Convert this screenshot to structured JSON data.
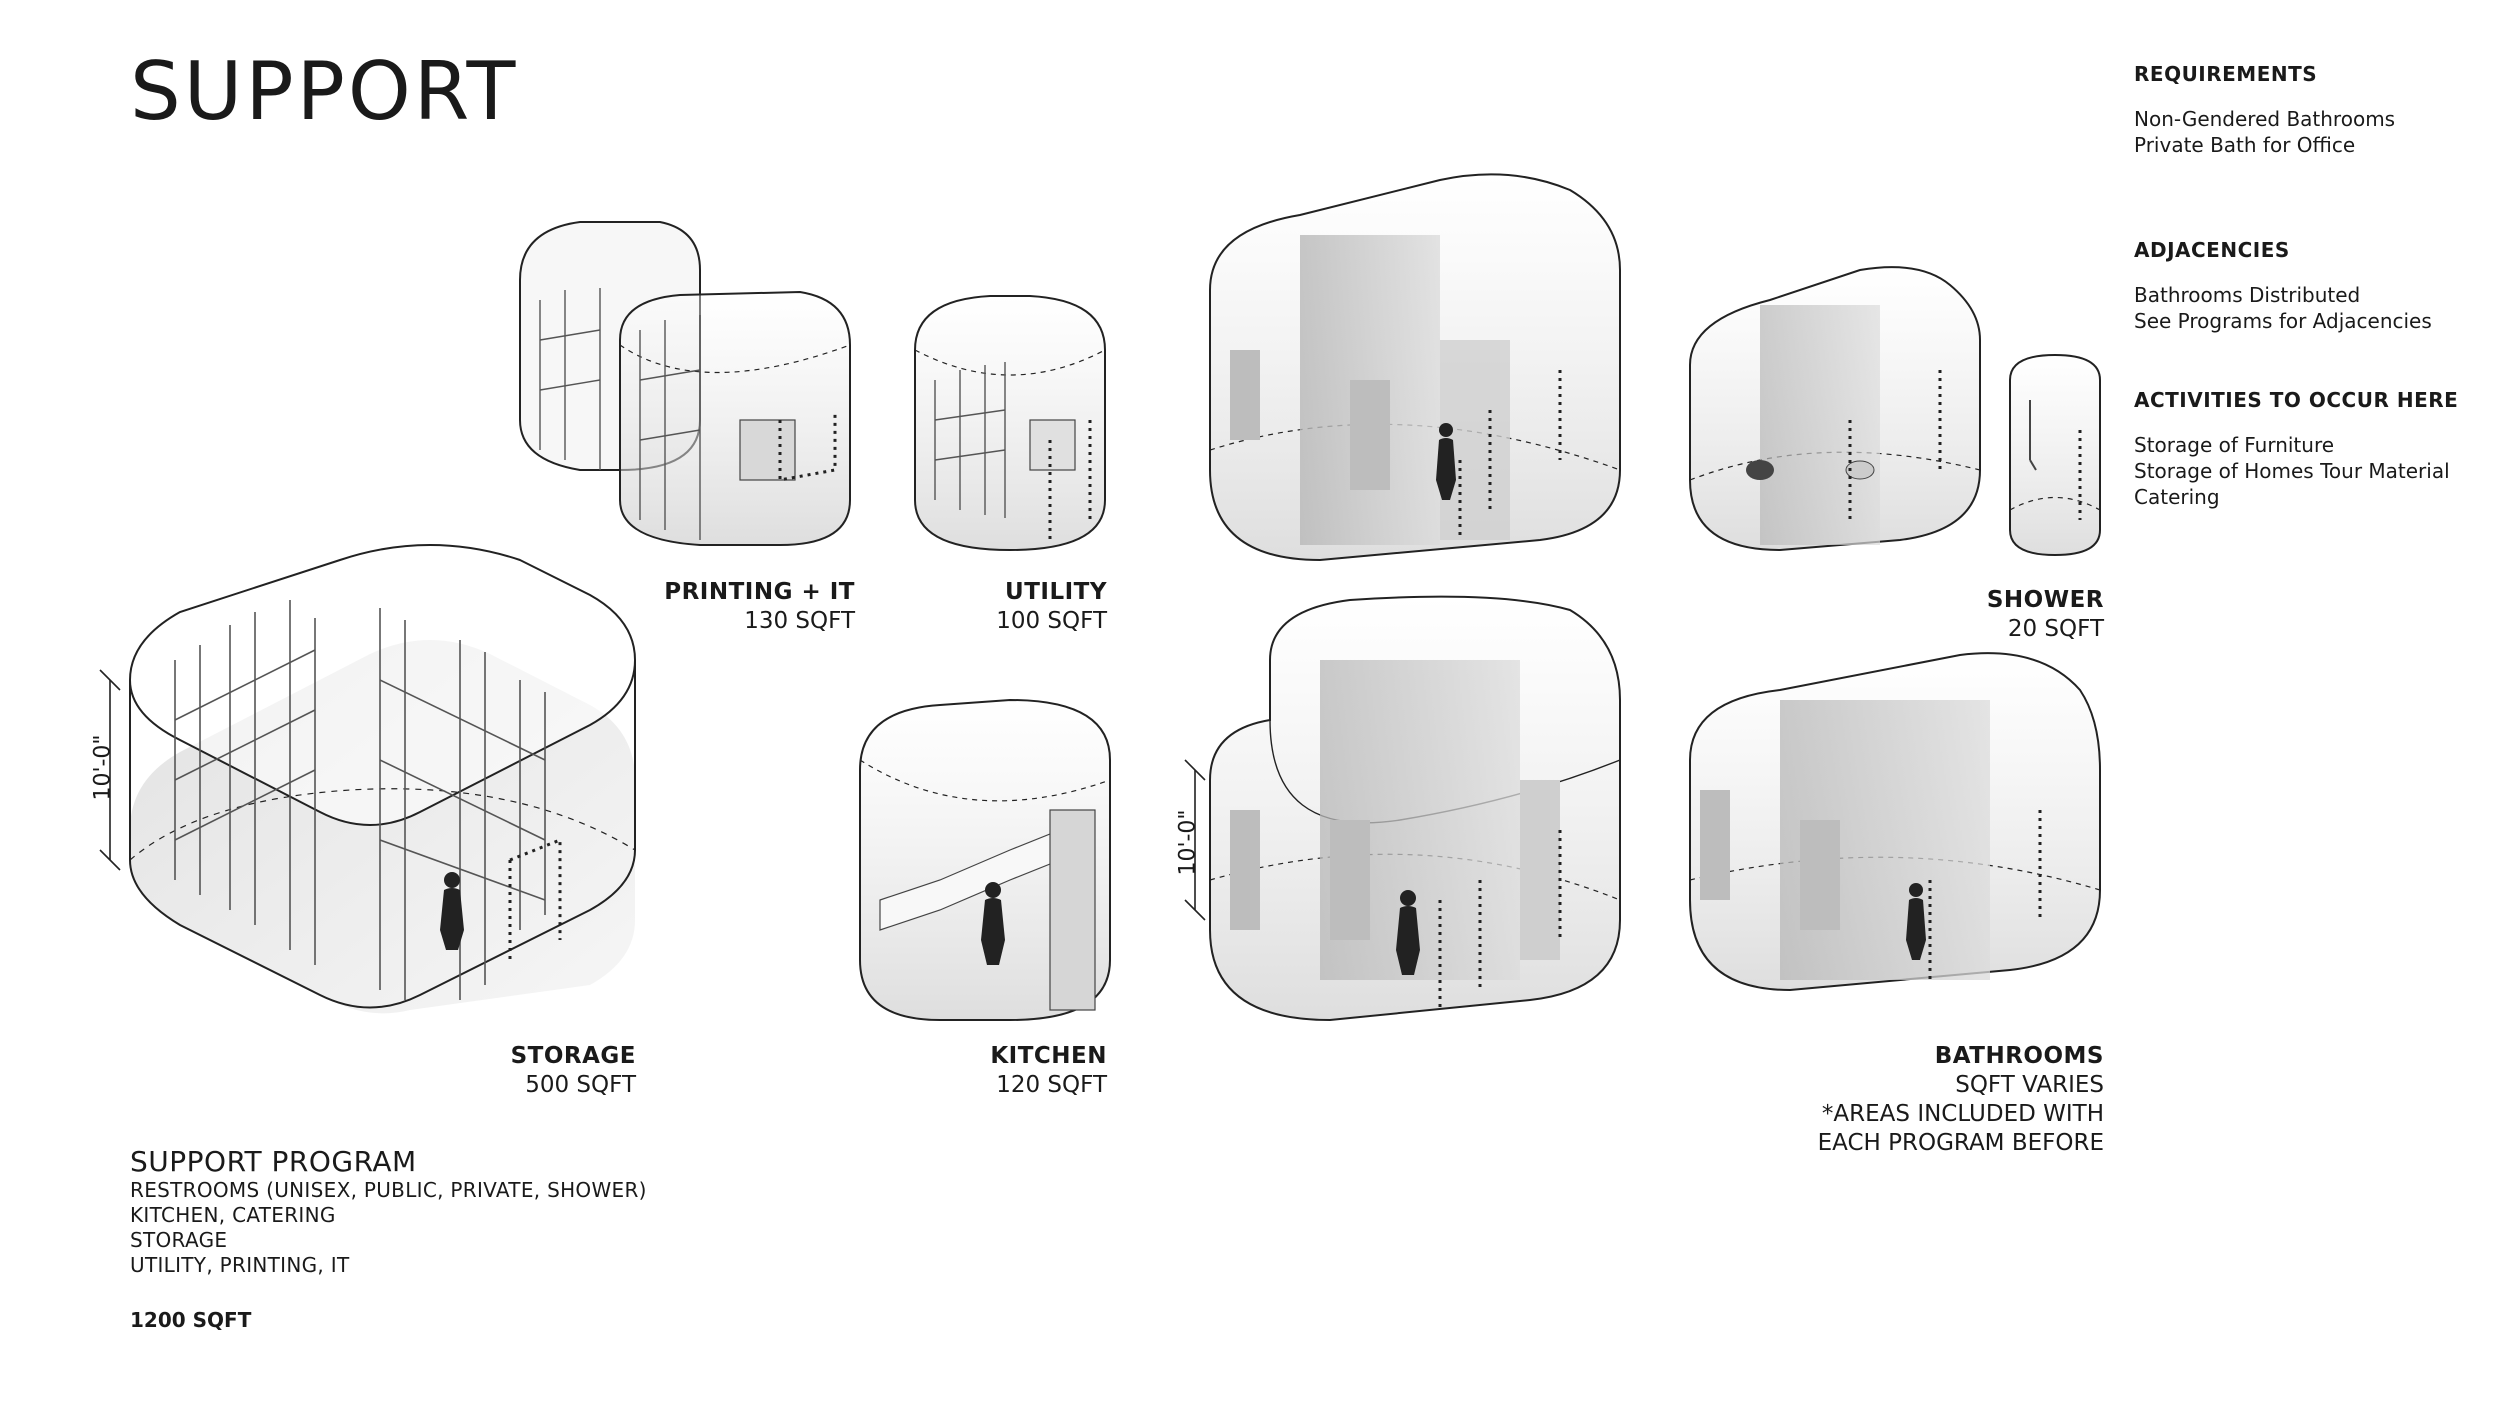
{
  "title": "SUPPORT",
  "requirements": {
    "heading": "REQUIREMENTS",
    "items": [
      "Non-Gendered Bathrooms",
      "Private Bath for Office"
    ]
  },
  "adjacencies": {
    "heading": "ADJACENCIES",
    "items": [
      "Bathrooms Distributed",
      "See Programs for Adjacencies"
    ]
  },
  "activities": {
    "heading": "ACTIVITIES TO OCCUR HERE",
    "items": [
      "Storage of Furniture",
      "Storage of Homes Tour Material",
      "Catering"
    ]
  },
  "rooms": {
    "printing": {
      "name": "PRINTING + IT",
      "area": "130 SQFT"
    },
    "utility": {
      "name": "UTILITY",
      "area": "100 SQFT"
    },
    "shower": {
      "name": "SHOWER",
      "area": "20 SQFT"
    },
    "storage": {
      "name": "STORAGE",
      "area": "500 SQFT"
    },
    "kitchen": {
      "name": "KITCHEN",
      "area": "120 SQFT"
    },
    "bathrooms": {
      "name": "BATHROOMS",
      "area": "SQFT VARIES",
      "note1": "*AREAS INCLUDED WITH",
      "note2": "EACH PROGRAM BEFORE"
    }
  },
  "dimensions": {
    "storage_height": "10'-0\"",
    "bathroom_height": "10'-0\""
  },
  "program": {
    "heading": "SUPPORT PROGRAM",
    "items": [
      "RESTROOMS (UNISEX, PUBLIC, PRIVATE, SHOWER)",
      "KITCHEN, CATERING",
      "STORAGE",
      "UTILITY, PRINTING, IT"
    ],
    "total": "1200 SQFT"
  }
}
